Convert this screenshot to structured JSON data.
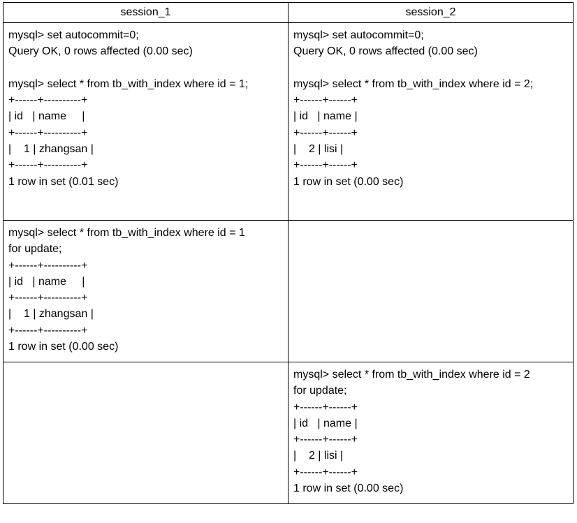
{
  "headers": [
    "session_1",
    "session_2"
  ],
  "rows": [
    {
      "session_1": [
        "mysql> set autocommit=0;",
        "Query OK, 0 rows affected (0.00 sec)",
        "",
        "mysql> select * from tb_with_index where id = 1;",
        "+------+----------+",
        "| id   | name     |",
        "+------+----------+",
        "|    1 | zhangsan |",
        "+------+----------+",
        "1 row in set (0.01 sec)"
      ],
      "session_2": [
        "mysql> set autocommit=0;",
        "Query OK, 0 rows affected (0.00 sec)",
        "",
        "mysql> select * from tb_with_index where id = 2;",
        "+------+------+",
        "| id   | name |",
        "+------+------+",
        "|    2 | lisi |",
        "+------+------+",
        "1 row in set (0.00 sec)"
      ]
    },
    {
      "session_1": [
        "mysql> select * from tb_with_index where id = 1",
        "for update;",
        "+------+----------+",
        "| id   | name     |",
        "+------+----------+",
        "|    1 | zhangsan |",
        "+------+----------+",
        "1 row in set (0.00 sec)"
      ],
      "session_2": []
    },
    {
      "session_1": [],
      "session_2": [
        "mysql> select * from tb_with_index where id = 2",
        "for update;",
        "+------+------+",
        "| id   | name |",
        "+------+------+",
        "|    2 | lisi |",
        "+------+------+",
        "1 row in set (0.00 sec)"
      ]
    }
  ]
}
